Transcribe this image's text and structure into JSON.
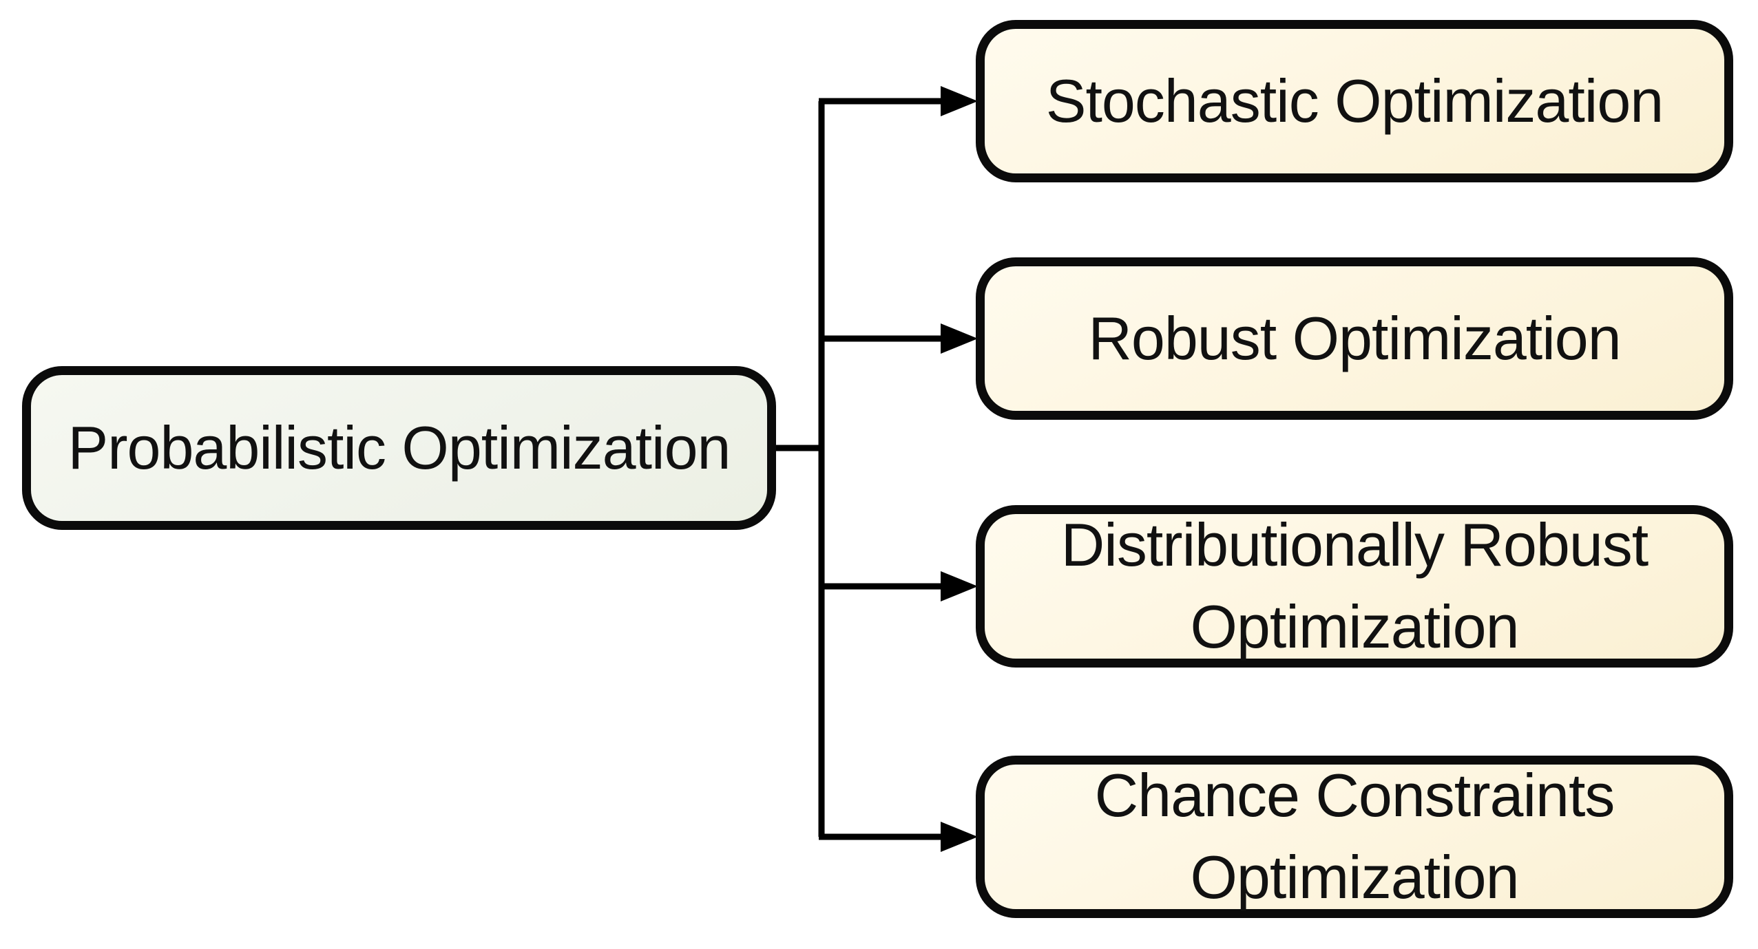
{
  "diagram": {
    "root": {
      "label": "Probabilistic Optimization"
    },
    "children": [
      {
        "label": "Stochastic Optimization"
      },
      {
        "label": "Robust Optimization"
      },
      {
        "label": "Distributionally Robust\nOptimization"
      },
      {
        "label": "Chance Constraints\nOptimization"
      }
    ],
    "colors": {
      "background": "#ffffff",
      "root_fill": "#f0f3eb",
      "child_fill": "#fdf5df",
      "border": "#0b0b0b",
      "connector": "#000000",
      "text": "#111111"
    }
  }
}
